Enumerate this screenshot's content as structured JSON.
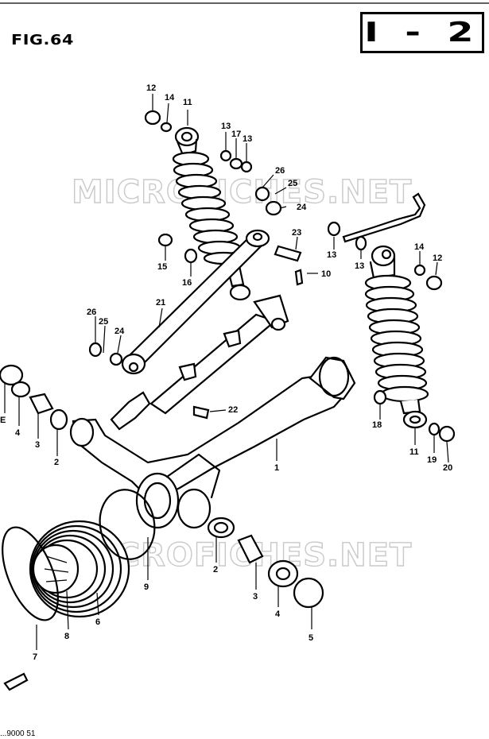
{
  "figure": {
    "title": "FIG.64",
    "section": "I - 2"
  },
  "watermark": "MICROFICHES.NET",
  "footer_text": "...9000 51",
  "callouts": {
    "c12a": "12",
    "c14a": "14",
    "c11a": "11",
    "c13a": "13",
    "c17": "17",
    "c13b": "13",
    "c26a": "26",
    "c25a": "25",
    "c24a": "24",
    "c23": "23",
    "c13c": "13",
    "c13d": "13",
    "c14b": "14",
    "c12b": "12",
    "c10": "10",
    "c15": "15",
    "c16": "16",
    "c21": "21",
    "c26b": "26",
    "c25b": "25",
    "c24b": "24",
    "c22": "22",
    "c1": "1",
    "c18": "18",
    "c11b": "11",
    "c19": "19",
    "c20": "20",
    "cE": "E",
    "c4a": "4",
    "c3a": "3",
    "c2a": "2",
    "c9": "9",
    "c2b": "2",
    "c3b": "3",
    "c4b": "4",
    "c5": "5",
    "c6": "6",
    "c8": "8",
    "c7": "7"
  }
}
